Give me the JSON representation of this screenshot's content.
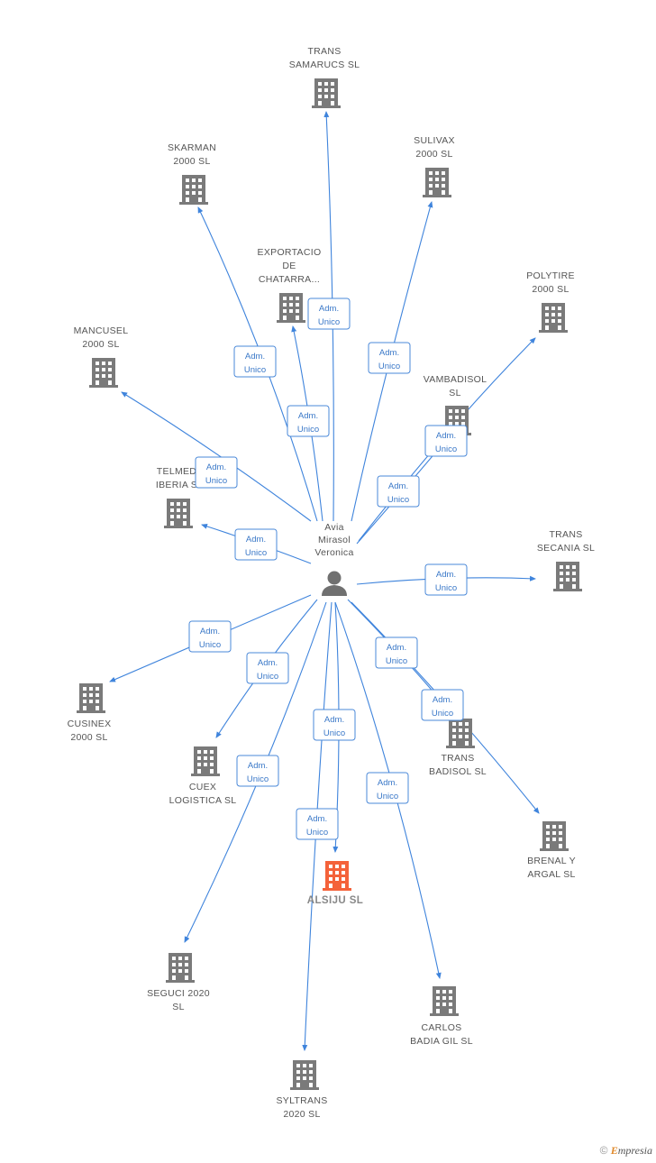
{
  "center_person": {
    "name_lines": [
      "Avia",
      "Mirasol",
      "Veronica"
    ],
    "icon": "person-icon"
  },
  "edge_label": [
    "Adm.",
    "Unico"
  ],
  "colors": {
    "line": "#3f84dc",
    "building": "#7a7a7a",
    "building_highlight": "#f4623a"
  },
  "companies": [
    {
      "id": "trans-samarucs",
      "lines": [
        "TRANS",
        "SAMARUCS  SL"
      ]
    },
    {
      "id": "skarman",
      "lines": [
        "SKARMAN",
        "2000  SL"
      ]
    },
    {
      "id": "sulivax",
      "lines": [
        "SULIVAX",
        "2000  SL"
      ]
    },
    {
      "id": "exportacio",
      "lines": [
        "EXPORTACIO",
        "DE",
        "CHATARRA..."
      ]
    },
    {
      "id": "polytire",
      "lines": [
        "POLYTIRE",
        "2000  SL"
      ]
    },
    {
      "id": "mancusel",
      "lines": [
        "MANCUSEL",
        "2000  SL"
      ]
    },
    {
      "id": "vambadisol",
      "lines": [
        "VAMBADISOL",
        "SL"
      ]
    },
    {
      "id": "telmed",
      "lines": [
        "TELMED",
        "IBERIA  S"
      ]
    },
    {
      "id": "trans-secania",
      "lines": [
        "TRANS",
        "SECANIA  SL"
      ]
    },
    {
      "id": "cusinex",
      "lines": [
        "CUSINEX",
        "2000  SL"
      ]
    },
    {
      "id": "cuex",
      "lines": [
        "CUEX",
        "LOGISTICA  SL"
      ]
    },
    {
      "id": "trans-badisol",
      "lines": [
        "TRANS",
        "BADISOL  SL"
      ]
    },
    {
      "id": "brenal",
      "lines": [
        "BRENAL Y",
        "ARGAL  SL"
      ]
    },
    {
      "id": "alsiju",
      "lines": [
        "ALSIJU  SL"
      ],
      "highlight": true
    },
    {
      "id": "seguci",
      "lines": [
        "SEGUCI 2020",
        "SL"
      ]
    },
    {
      "id": "carlos",
      "lines": [
        "CARLOS",
        "BADIA GIL SL"
      ]
    },
    {
      "id": "syltrans",
      "lines": [
        "SYLTRANS",
        "2020  SL"
      ]
    }
  ],
  "footer": {
    "copyright": "©",
    "brand_first": "E",
    "brand_rest": "mpresia"
  }
}
